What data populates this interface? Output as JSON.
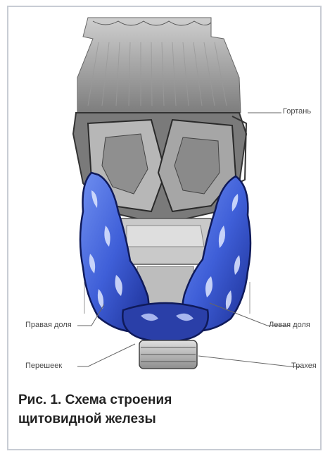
{
  "labels": {
    "larynx": "Гортань",
    "right_lobe": "Правая доля",
    "left_lobe": "Левая доля",
    "isthmus": "Перешеек",
    "trachea": "Трахея"
  },
  "caption": {
    "line1": "Рис. 1. Схема строения",
    "line2": "щитовидной железы"
  },
  "colors": {
    "gland": "#4a6fe0",
    "gland_dark": "#1a2d8a",
    "cartilage": "#8a8a8a",
    "frame": "#c8ccd4"
  }
}
